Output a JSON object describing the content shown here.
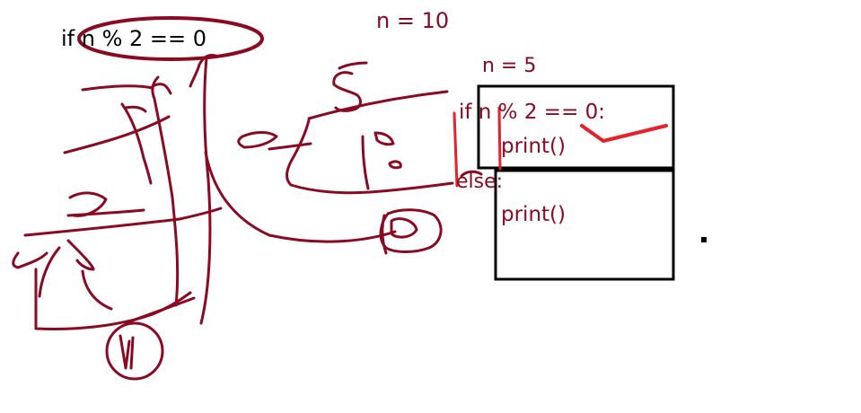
{
  "labels": {
    "top_condition": "if n % 2 == 0",
    "n_ten": "n = 10",
    "n_five": "n = 5",
    "if_branch": "if n % 2 == 0:",
    "print_if": "print()",
    "else_branch": "else:",
    "print_else": "print()",
    "dot": "."
  },
  "colors": {
    "ink": "#8b0a22",
    "black": "#000000",
    "red": "#e8202a",
    "canvas": "#ffffff"
  }
}
